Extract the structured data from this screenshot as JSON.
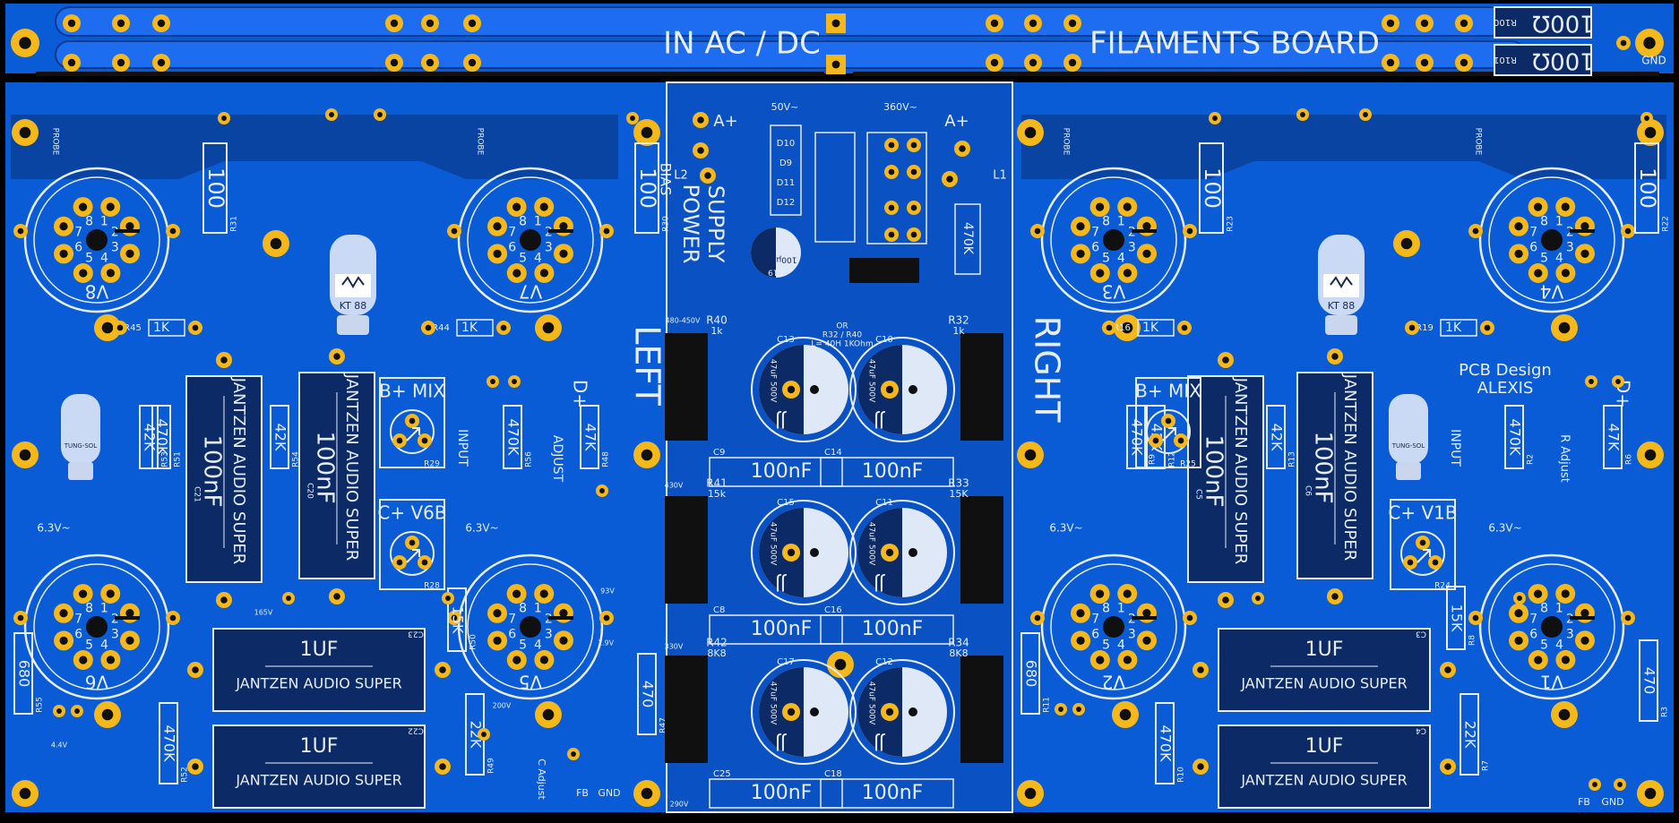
{
  "colors": {
    "background": "#000000",
    "board": "#0a5bd6",
    "fill_light": "#1e6cf0",
    "fill_dark": "#0a3a8c",
    "silk": "#e8eef8",
    "pad": "#f4b81a",
    "hole": "#101010",
    "cap_dark": "#0b2a66"
  },
  "filament": {
    "label_in": "IN AC / DC",
    "label_board": "FILAMENTS BOARD",
    "resistors": [
      {
        "value": "100Ω",
        "ref": "R100"
      },
      {
        "value": "100Ω",
        "ref": "R101"
      }
    ],
    "gnd": "GND"
  },
  "sections": {
    "left": "LEFT",
    "right": "RIGHT",
    "supply_line1": "SUPPLY",
    "supply_line2": "POWER",
    "design_line1": "PCB Design",
    "design_line2": "ALEXIS"
  },
  "tube_kt88": "KT 88",
  "tube_small_text": "TUNG-SOL",
  "tubes": [
    {
      "ref": "V8",
      "pins": [
        "1",
        "2",
        "3",
        "4",
        "5",
        "6",
        "7",
        "8"
      ]
    },
    {
      "ref": "V7",
      "pins": [
        "1",
        "2",
        "3",
        "4",
        "5",
        "6",
        "7",
        "8"
      ]
    },
    {
      "ref": "V3",
      "pins": [
        "1",
        "2",
        "3",
        "4",
        "5",
        "6",
        "7",
        "8"
      ]
    },
    {
      "ref": "V4",
      "pins": [
        "1",
        "2",
        "3",
        "4",
        "5",
        "6",
        "7",
        "8"
      ]
    },
    {
      "ref": "V6",
      "pins": [
        "1",
        "2",
        "3",
        "4",
        "5",
        "6",
        "7",
        "8"
      ]
    },
    {
      "ref": "V5",
      "pins": [
        "1",
        "2",
        "3",
        "4",
        "5",
        "6",
        "7",
        "8"
      ]
    },
    {
      "ref": "V2",
      "pins": [
        "1",
        "2",
        "3",
        "4",
        "5",
        "6",
        "7",
        "8"
      ]
    },
    {
      "ref": "V1",
      "pins": [
        "1",
        "2",
        "3",
        "4",
        "5",
        "6",
        "7",
        "8"
      ]
    }
  ],
  "tube_filament_label": "6.3V~",
  "resistors_vertical": [
    {
      "value": "100",
      "ref": "R31"
    },
    {
      "value": "100",
      "ref": "R30"
    },
    {
      "value": "100",
      "ref": "R23"
    },
    {
      "value": "100",
      "ref": "R22"
    },
    {
      "value": "470K",
      "ref": "R29"
    },
    {
      "value": "470K",
      "ref": "R51"
    },
    {
      "value": "42K",
      "ref": "R53"
    },
    {
      "value": "42K",
      "ref": "R54"
    },
    {
      "value": "470K",
      "ref": "R56"
    },
    {
      "value": "47K",
      "ref": "R48"
    },
    {
      "value": "15K",
      "ref": "R50"
    },
    {
      "value": "680",
      "ref": "R55"
    },
    {
      "value": "470K",
      "ref": "R52"
    },
    {
      "value": "22K",
      "ref": "R49"
    },
    {
      "value": "470",
      "ref": "R47"
    },
    {
      "value": "470K",
      "ref": "R9"
    },
    {
      "value": "42K",
      "ref": "R12"
    },
    {
      "value": "42K",
      "ref": "R13"
    },
    {
      "value": "470K",
      "ref": "R2"
    },
    {
      "value": "47K",
      "ref": "R6"
    },
    {
      "value": "15K",
      "ref": "R8"
    },
    {
      "value": "680",
      "ref": "R11"
    },
    {
      "value": "470K",
      "ref": "R10"
    },
    {
      "value": "22K",
      "ref": "R7"
    },
    {
      "value": "470",
      "ref": "R3"
    }
  ],
  "resistors_1k": [
    {
      "value": "1K",
      "ref": "R45"
    },
    {
      "value": "1K",
      "ref": "R44"
    },
    {
      "value": "1K",
      "ref": "R16"
    },
    {
      "value": "1K",
      "ref": "R19"
    }
  ],
  "film_caps_vertical": [
    {
      "value": "100nF",
      "brand": "JANTZEN AUDIO SUPER",
      "ref": "C21"
    },
    {
      "value": "100nF",
      "brand": "JANTZEN AUDIO SUPER",
      "ref": "C20"
    },
    {
      "value": "100nF",
      "brand": "JANTZEN AUDIO SUPER",
      "ref": "C5"
    },
    {
      "value": "100nF",
      "brand": "JANTZEN AUDIO SUPER",
      "ref": "C6"
    }
  ],
  "film_caps_horizontal": [
    {
      "value": "1UF",
      "brand": "JANTZEN AUDIO SUPER",
      "ref": "C23"
    },
    {
      "value": "1UF",
      "brand": "JANTZEN AUDIO SUPER",
      "ref": "C22"
    },
    {
      "value": "1UF",
      "brand": "JANTZEN AUDIO SUPER",
      "ref": "C3"
    },
    {
      "value": "1UF",
      "brand": "JANTZEN AUDIO SUPER",
      "ref": "C4"
    }
  ],
  "pots": [
    {
      "label": "B+ MIX",
      "ref": "R29"
    },
    {
      "label": "C+ V6B",
      "ref": "R28"
    },
    {
      "label": "B+ MIX",
      "ref": "R25"
    },
    {
      "label": "C+ V1B",
      "ref": "R24"
    }
  ],
  "bias": {
    "label": "BIAS",
    "ref_a": "A+",
    "ref_l2": "L2",
    "ref_l1": "L1",
    "v50": "50V~",
    "v360": "360V~",
    "cap": "C19",
    "cap_val": "100µ",
    "diodes": [
      "D10",
      "D9",
      "D11",
      "D12"
    ]
  },
  "electrolytics": [
    {
      "ref": "C13",
      "rating": "47uF 500V",
      "brand": "JJ"
    },
    {
      "ref": "C10",
      "rating": "47uF 500V",
      "brand": "JJ"
    },
    {
      "ref": "C15",
      "rating": "47uF 500V",
      "brand": "JJ"
    },
    {
      "ref": "C11",
      "rating": "47uF 500V",
      "brand": "JJ"
    },
    {
      "ref": "C17",
      "rating": "47uF 500V",
      "brand": "JJ"
    },
    {
      "ref": "C12",
      "rating": "47uF 500V",
      "brand": "JJ"
    }
  ],
  "supply_caps": [
    {
      "value": "100nF",
      "ref": "C9"
    },
    {
      "value": "100nF",
      "ref": "C14"
    },
    {
      "value": "100nF",
      "ref": "C8"
    },
    {
      "value": "100nF",
      "ref": "C16"
    },
    {
      "value": "100nF",
      "ref": "C25"
    },
    {
      "value": "100nF",
      "ref": "C18"
    }
  ],
  "supply_resistors": [
    {
      "ref": "R40",
      "value": "1k"
    },
    {
      "ref": "R32",
      "value": "1k"
    },
    {
      "ref": "R41",
      "value": "15k"
    },
    {
      "ref": "R33",
      "value": "15K"
    },
    {
      "ref": "R42",
      "value": "8K8"
    },
    {
      "ref": "R34",
      "value": "8K8"
    }
  ],
  "choke_note": "OR\nR32 / R40\nL= 40H 1KOhm",
  "voltages": [
    "480-450V",
    "430V",
    "330V",
    "290V",
    "165V",
    "93V",
    "200V",
    "4.4V",
    "1.9V"
  ],
  "misc_labels": {
    "input": "INPUT",
    "adjust": "ADJUST",
    "fb": "FB",
    "gnd": "GND",
    "d_plus": "D+",
    "probe": "PROBE",
    "c_adjust": "C Adjust",
    "r_adjust": "R Adjust"
  }
}
